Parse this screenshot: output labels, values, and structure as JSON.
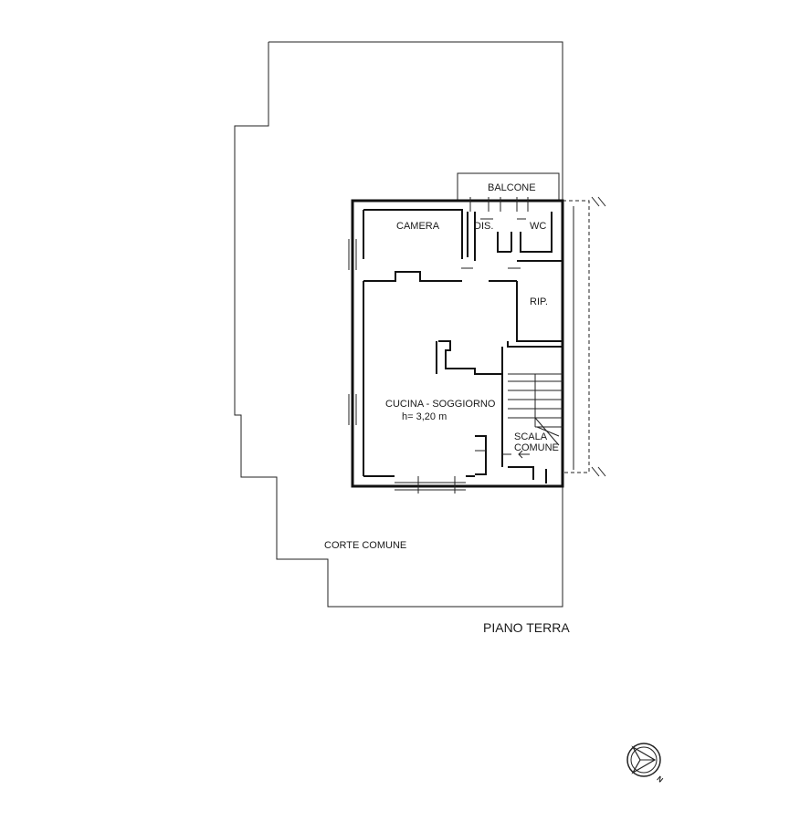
{
  "plan": {
    "title": "PIANO TERRA",
    "rooms": {
      "balcone": "BALCONE",
      "camera": "CAMERA",
      "dis": "DIS.",
      "wc": "WC",
      "rip": "RIP.",
      "cucina": "CUCINA - SOGGIORNO",
      "height": "h= 3,20 m",
      "scala_1": "SCALA",
      "scala_2": "COMUNE",
      "corte": "CORTE COMUNE"
    },
    "compass": {
      "north": "N"
    }
  }
}
